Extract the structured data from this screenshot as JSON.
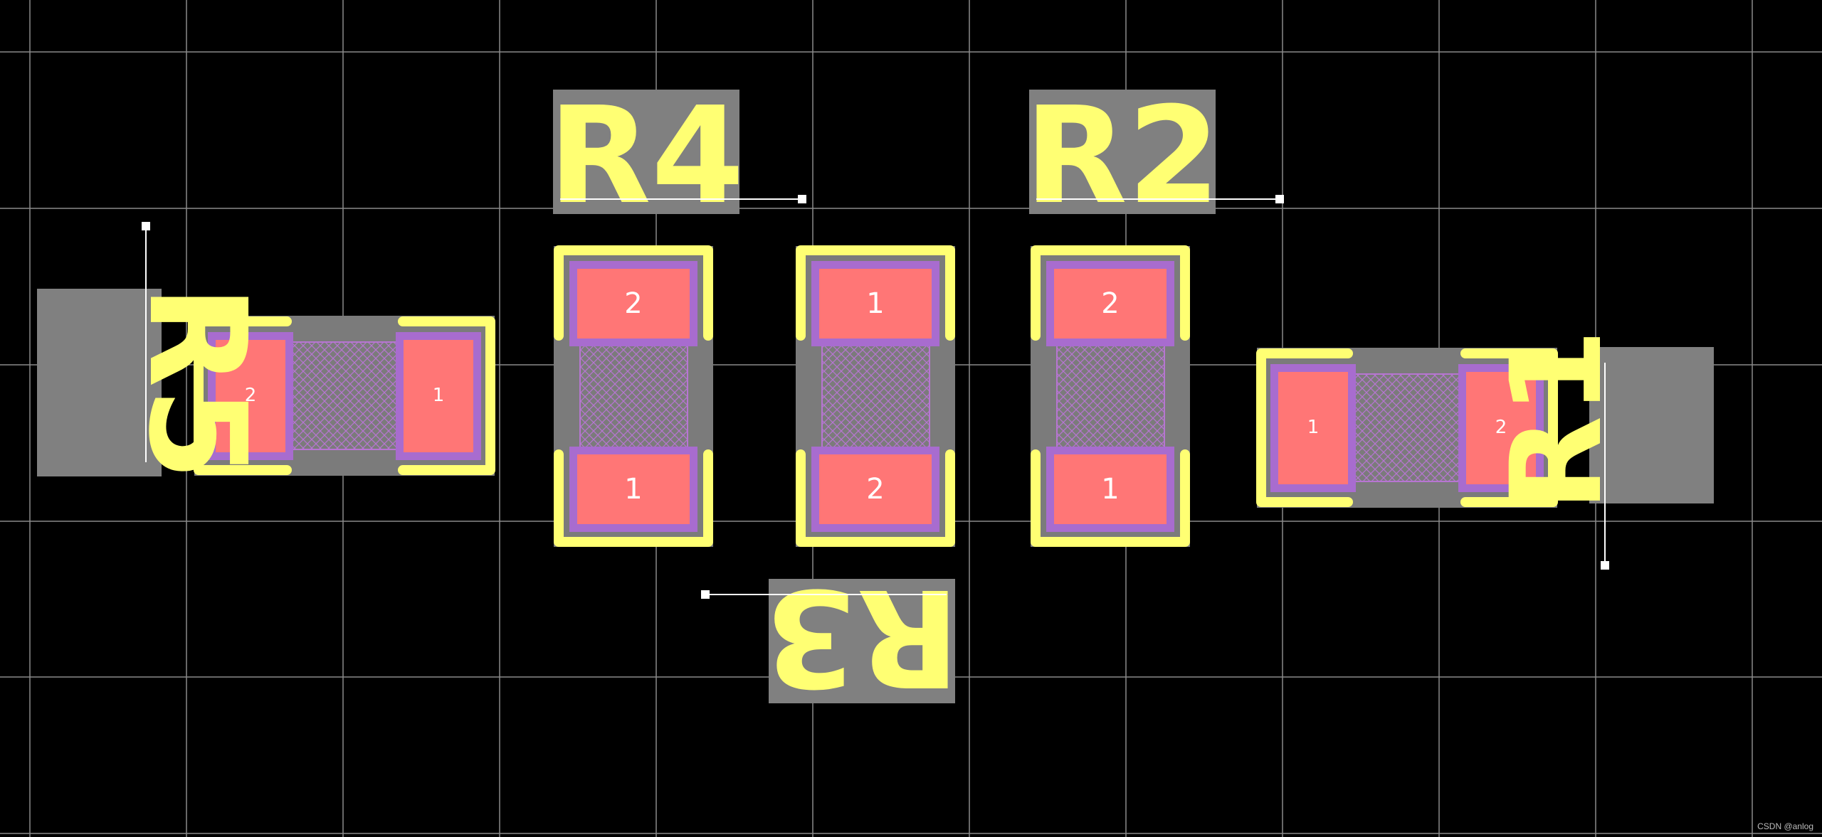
{
  "canvas": {
    "background": "#000000",
    "grid_color": "#8a8a8a"
  },
  "colors": {
    "silkscreen": "#ffff73",
    "pad": "#ff7676",
    "pad_border": "#a86ccf",
    "body_gray": "#7b7b7b",
    "label_box": "#808080",
    "hatch": "#b775d2",
    "handle": "#ffffff"
  },
  "components": [
    {
      "designator": "R5",
      "orientation": "horizontal",
      "pads": [
        "2",
        "1"
      ]
    },
    {
      "designator": "R4",
      "orientation": "vertical",
      "pads": [
        "2",
        "1"
      ]
    },
    {
      "designator": "R3",
      "orientation": "vertical",
      "pads": [
        "1",
        "2"
      ]
    },
    {
      "designator": "R2",
      "orientation": "vertical",
      "pads": [
        "2",
        "1"
      ]
    },
    {
      "designator": "R1",
      "orientation": "horizontal",
      "pads": [
        "1",
        "2"
      ]
    }
  ],
  "watermark": "CSDN @anlog"
}
